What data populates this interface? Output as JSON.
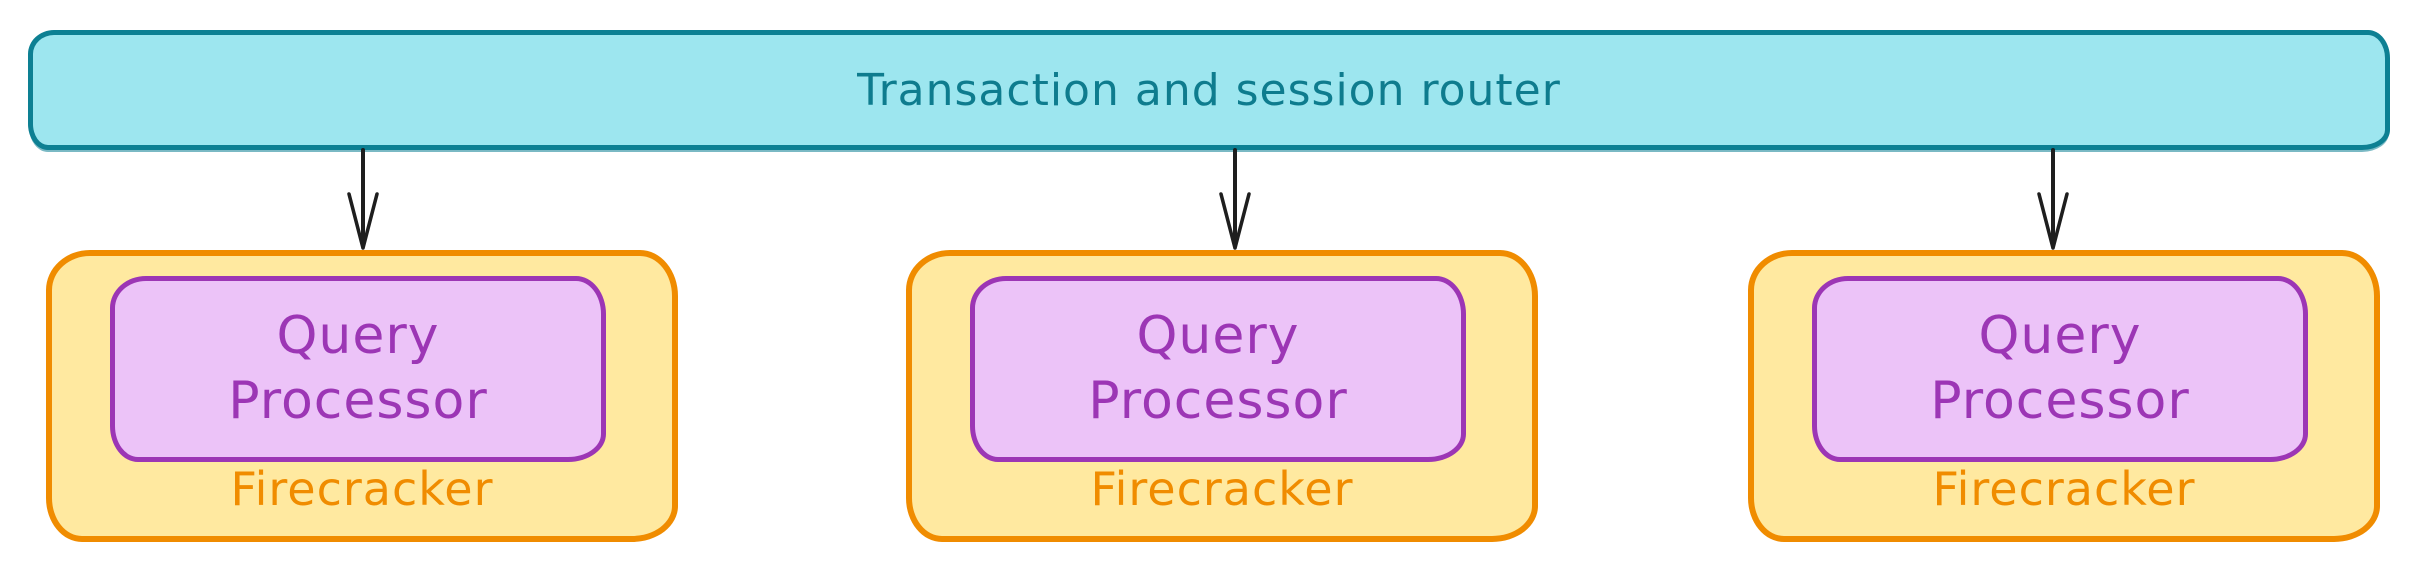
{
  "router": {
    "label": "Transaction and session router"
  },
  "nodes": [
    {
      "processor_label": "Query Processor",
      "vm_label": "Firecracker"
    },
    {
      "processor_label": "Query Processor",
      "vm_label": "Firecracker"
    },
    {
      "processor_label": "Query Processor",
      "vm_label": "Firecracker"
    }
  ],
  "connectors": [
    {
      "icon": "arrow-down-icon",
      "from": "router",
      "to": "node-1"
    },
    {
      "icon": "arrow-down-icon",
      "from": "router",
      "to": "node-2"
    },
    {
      "icon": "arrow-down-icon",
      "from": "router",
      "to": "node-3"
    }
  ],
  "colors": {
    "background": "#ffffff",
    "router_fill": "#9de6ef",
    "router_stroke": "#0d8093",
    "router_text": "#0e7c8e",
    "vm_fill": "#ffe9a0",
    "vm_stroke": "#f08c00",
    "vm_text": "#f08c00",
    "processor_fill": "#ecc3f8",
    "processor_stroke": "#9c36b5",
    "processor_text": "#9c36b5",
    "arrow": "#1e1e1e"
  }
}
